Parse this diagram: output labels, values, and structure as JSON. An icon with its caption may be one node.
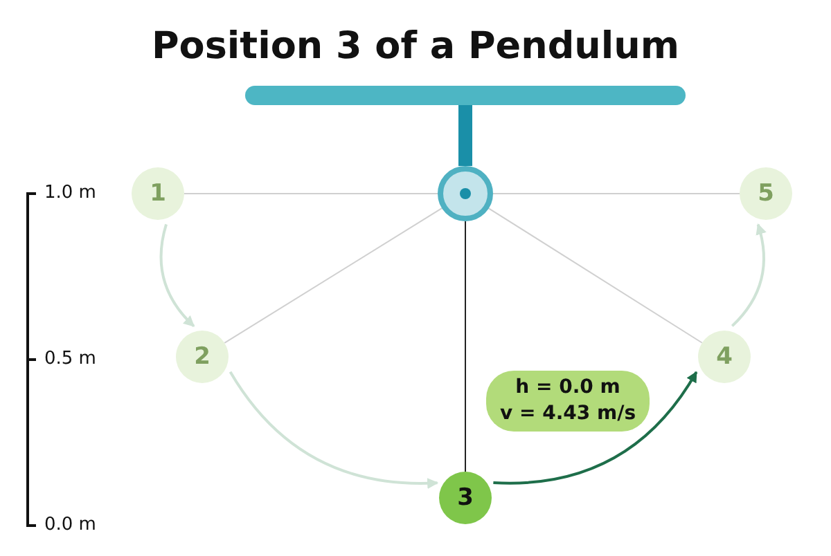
{
  "diagram": {
    "title": "Position 3 of a Pendulum",
    "nodes": [
      {
        "text": [],
        "shape": "bar"
      },
      {
        "text": [],
        "shape": "circle"
      },
      {
        "text": [
          "1"
        ]
      },
      {
        "text": [
          "2"
        ]
      },
      {
        "text": [
          "h = 0.0 m",
          "v = 4.43 m/s"
        ]
      },
      {
        "text": [
          "3"
        ]
      },
      {
        "text": [
          "4"
        ]
      },
      {
        "text": [
          "5"
        ]
      }
    ],
    "edges": [
      {
        "from": 0,
        "to": 1,
        "arrow": "none",
        "style": "thick",
        "color": "#1a8fa8"
      },
      {
        "from": 1,
        "to": 2,
        "arrow": "none"
      },
      {
        "from": 1,
        "to": 3,
        "arrow": "none"
      },
      {
        "from": 1,
        "to": 5,
        "arrow": "none",
        "color": "#222222"
      },
      {
        "from": 1,
        "to": 6,
        "arrow": "none"
      },
      {
        "from": 1,
        "to": 7,
        "arrow": "none"
      },
      {
        "from": 2,
        "to": 3,
        "arrow": "to",
        "color": "#cfe3d6"
      },
      {
        "from": 3,
        "to": 5,
        "arrow": "to",
        "color": "#cfe3d6"
      },
      {
        "from": 5,
        "to": 6,
        "arrow": "to",
        "color": "#1e6e4a"
      },
      {
        "from": 6,
        "to": 7,
        "arrow": "to",
        "color": "#cfe3d6"
      }
    ],
    "labels": [
      "1.0 m",
      "0.5 m",
      "0.0 m"
    ]
  }
}
